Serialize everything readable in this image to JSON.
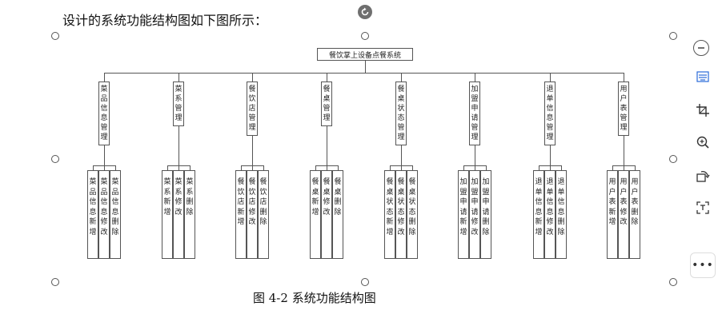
{
  "document": {
    "intro_text": "设计的系统功能结构图如下图所示：",
    "caption": "图 4-2 系统功能结构图"
  },
  "diagram": {
    "root": "餐饮掌上设备点餐系统",
    "modules": [
      {
        "name": "菜品信息管理",
        "children": [
          "菜品信息新增",
          "菜品信息修改",
          "菜品信息删除"
        ]
      },
      {
        "name": "菜系管理",
        "children": [
          "菜系新增",
          "菜系修改",
          "菜系删除"
        ]
      },
      {
        "name": "餐饮店管理",
        "children": [
          "餐饮店新增",
          "餐饮店修改",
          "餐饮店删除"
        ]
      },
      {
        "name": "餐桌管理",
        "children": [
          "餐桌新增",
          "餐桌修改",
          "餐桌删除"
        ]
      },
      {
        "name": "餐桌状态管理",
        "children": [
          "餐桌状态新增",
          "餐桌状态修改",
          "餐桌状态删除"
        ]
      },
      {
        "name": "加盟申请管理",
        "children": [
          "加盟申请新增",
          "加盟申请修改",
          "加盟申请删除"
        ]
      },
      {
        "name": "退单信息管理",
        "children": [
          "退单信息新增",
          "退单信息修改",
          "退单信息删除"
        ]
      },
      {
        "name": "用户表管理",
        "children": [
          "用户表新增",
          "用户表修改",
          "用户表删除"
        ]
      }
    ]
  },
  "toolbar": {
    "icons": [
      "collapse-icon",
      "text-wrap-icon",
      "crop-icon",
      "zoom-in-icon",
      "rotate-icon",
      "ocr-icon",
      "more-icon"
    ],
    "more_label": "•••"
  },
  "colors": {
    "handle_border": "#555555",
    "rotate_handle": "#6f6f6f",
    "line": "#555555"
  }
}
